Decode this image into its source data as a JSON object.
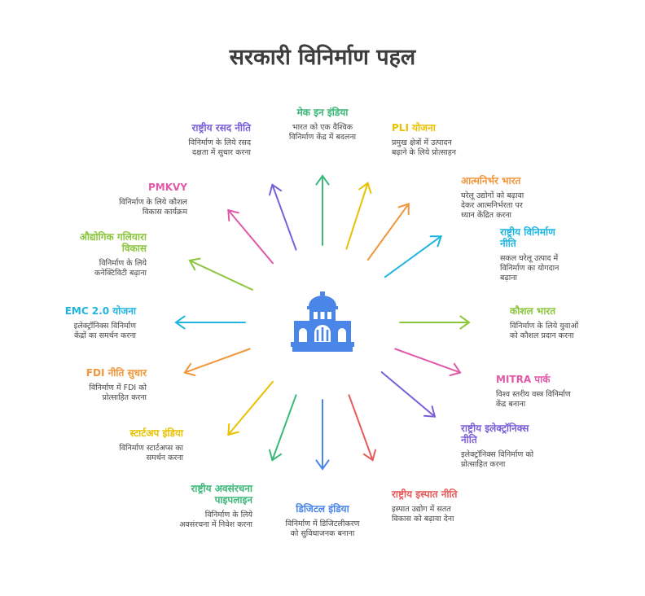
{
  "title": "सरकारी विनिर्माण पहल",
  "center_icon": "government-building-icon",
  "center_color": "#4a86e8",
  "initiatives": [
    {
      "title": "मेक इन इंडिया",
      "desc": "भारत को एक वैश्विक\nविनिर्माण केंद्र में बदलना",
      "color": "#3cb878",
      "angle": -90
    },
    {
      "title": "PLI योजना",
      "desc": "प्रमुख क्षेत्रों में उत्पादन\nबढ़ाने के लिये प्रोत्साहन",
      "color": "#e8c200",
      "angle": -72
    },
    {
      "title": "आत्मनिर्भर भारत",
      "desc": "घरेलू उद्योगों को बढ़ावा\nदेकर आत्मनिर्भरता पर\nध्यान केंद्रित करना",
      "color": "#f0963c",
      "angle": -54
    },
    {
      "title": "राष्ट्रीय विनिर्माण\nनीति",
      "desc": "सकल घरेलू उत्पाद में\nविनिर्माण का योगदान\nबढ़ाना",
      "color": "#1fb5e0",
      "angle": -36
    },
    {
      "title": "कौशल भारत",
      "desc": "विनिर्माण के लिये युवाओं\nको कौशल प्रदान करना",
      "color": "#8cc63f",
      "angle": 0
    },
    {
      "title": "MITRA पार्क",
      "desc": "विश्व स्तरीय वस्त्र विनिर्माण\nकेंद्र बनाना",
      "color": "#e05aa8",
      "angle": 20
    },
    {
      "title": "राष्ट्रीय इलेक्ट्रॉनिक्स\nनीति",
      "desc": "इलेक्ट्रॉनिक्स विनिर्माण को\nप्रोत्साहित करना",
      "color": "#7b5fd8",
      "angle": 40
    },
    {
      "title": "राष्ट्रीय इस्पात नीति",
      "desc": "इस्पात उद्योग में सतत\nविकास को बढ़ावा देना",
      "color": "#e85a5a",
      "angle": 70
    },
    {
      "title": "डिजिटल इंडिया",
      "desc": "विनिर्माण में डिजिटलीकरण\nको सुविधाजनक बनाना",
      "color": "#4a86e8",
      "angle": 90
    },
    {
      "title": "राष्ट्रीय अवसंरचना\nपाइपलाइन",
      "desc": "विनिर्माण के लिये\nअवसंरचना में निवेश करना",
      "color": "#3cb878",
      "angle": 110
    },
    {
      "title": "स्टार्टअप इंडिया",
      "desc": "विनिर्माण स्टार्टअप्स का\nसमर्थन करना",
      "color": "#e8c200",
      "angle": 130
    },
    {
      "title": "FDI नीति सुधार",
      "desc": "विनिर्माण में FDI को\nप्रोत्साहित करना",
      "color": "#f0963c",
      "angle": 160
    },
    {
      "title": "EMC 2.0 योजना",
      "desc": "इलेक्ट्रॉनिक्स विनिर्माण\nकेंद्रों का समर्थन करना",
      "color": "#1fb5e0",
      "angle": 180
    },
    {
      "title": "औद्योगिक गलियारा\nविकास",
      "desc": "विनिर्माण के लिये\nकनेक्टिविटी बढ़ाना",
      "color": "#8cc63f",
      "angle": -155
    },
    {
      "title": "PMKVY",
      "desc": "विनिर्माण के लिये कौशल\nविकास कार्यक्रम",
      "color": "#e05aa8",
      "angle": -130
    },
    {
      "title": "राष्ट्रीय रसद नीति",
      "desc": "विनिर्माण के लिये रसद\nदक्षता में सुधार करना",
      "color": "#7b5fd8",
      "angle": -110
    }
  ]
}
